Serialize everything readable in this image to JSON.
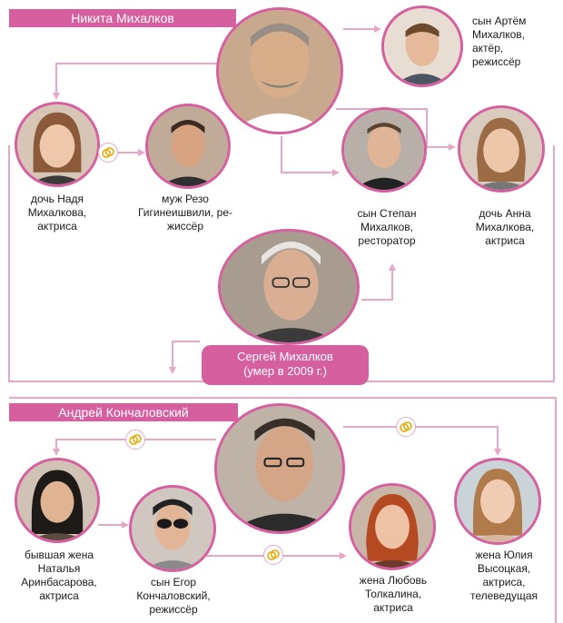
{
  "colors": {
    "accent": "#d65fa0",
    "line": "#e7a7c8",
    "ring_gold": "#e3b21f"
  },
  "banners": {
    "top": "Никита Михалков",
    "bottom": "Андрей Кончаловский"
  },
  "center": {
    "line1": "Сергей Михалков",
    "line2": "(умер в 2009 г.)"
  },
  "people": {
    "artem": "сын Артём\nМихалков,\nактёр,\nрежиссёр",
    "nadya": "дочь Надя\nМихалкова,\nактриса",
    "rezo": "муж Резо\nГигинеишвили, ре-\nжиссёр",
    "stepan": "сын Степан\nМихалков,\nресторатор",
    "anna": "дочь Анна\nМихалкова,\nактриса",
    "natalya": "бывшая жена\nНаталья\nАринбасарова,\nактриса",
    "egor": "сын Егор\nКончаловский,\nрежиссёр",
    "lyubov": "жена Любовь\nТолкалина,\nактриса",
    "yulia": "жена Юлия\nВысоцкая,\nактриса,\nтелеведущая"
  },
  "icons": {
    "photo": "portrait-photo",
    "marriage": "wedding-rings-icon"
  }
}
